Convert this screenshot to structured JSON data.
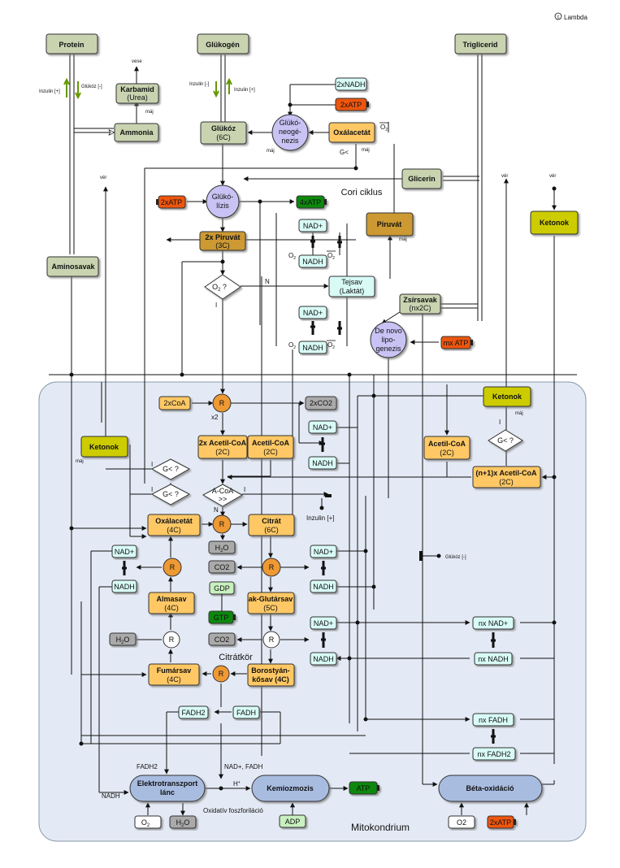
{
  "copyright": "Lambda",
  "regions": {
    "mito": "Mitokondrium",
    "citrate_cycle": "Citrátkör",
    "cori": "Cori ciklus"
  },
  "boxes": {
    "protein": "Protein",
    "glukogen": "Glükogén",
    "triglicerid": "Triglicerid",
    "karbamid1": "Karbamid",
    "karbamid2": "(Urea)",
    "ammonia": "Ammonia",
    "glukoz1": "Glükóz",
    "glukoz2": "(6C)",
    "glukoneo1": "Glükó-",
    "glukoneo2": "neogé-",
    "glukoneo3": "nezis",
    "nadh2x": "2xNADH",
    "atp2x_top": "2xATP",
    "oxal_top": "Oxálacetát",
    "glicerin": "Glicerin",
    "glukolizis1": "Glükó-",
    "glukolizis2": "lízis",
    "atp2x_left": "2xATP",
    "atp4x": "4xATP",
    "piruvat_r": "Piruvát",
    "piruvat2x1": "2x Piruvát",
    "piruvat2x2": "(3C)",
    "aminosavak": "Aminosavak",
    "ketonok_top": "Ketonok",
    "nadp_a": "NAD+",
    "nadh_a": "NADH",
    "nadp_b": "NAD+",
    "nadh_b": "NADH",
    "o2q": "O",
    "o2q_sub": "2",
    "o2q_end": " ?",
    "tejsav1": "Tejsav",
    "tejsav2": "(Laktát)",
    "zsirsav1": "Zsírsavak",
    "zsirsav2": "(nx2C)",
    "denovo1": "De novo",
    "denovo2": "lipo-",
    "denovo3": "genezis",
    "mxatp": "mx ATP",
    "coa2x": "2xCoA",
    "co2_2x": "2xCO2",
    "ketonok_mito_r": "Ketonok",
    "acetilcoa2x1": "2x Acetil-CoA",
    "acetilcoa2x2": "(2C)",
    "acetilcoa_m1": "Acetil-CoA",
    "acetilcoa_m2": "(2C)",
    "acetilcoa_r1": "Acetil-CoA",
    "acetilcoa_r2": "(2C)",
    "nadp_c": "NAD+",
    "nadh_c": "NADH",
    "ketonok_left": "Ketonok",
    "glt1": "G< ?",
    "glt2": "G< ?",
    "glt3": "G< ?",
    "acoa1": "A-CoA",
    "acoa2": ">>",
    "acetilcoa_n1": "(n+1)x Acetil-CoA",
    "acetilcoa_n2": "(2C)",
    "oxal1": "Oxálacetát",
    "oxal2": "(4C)",
    "citrat1": "Citrát",
    "citrat2": "(6C)",
    "h2o_a": "H",
    "h2o_a_sub": "2",
    "h2o_a_end": "O",
    "co2_a": "CO2",
    "co2_b": "CO2",
    "nadp_d": "NAD+",
    "nadh_d": "NADH",
    "nadp_e": "NAD+",
    "nadh_e": "NADH",
    "nadp_f": "NAD+",
    "nadh_f": "NADH",
    "nadp_g": "NAD+",
    "nadh_g": "NADH",
    "almasav1": "Almasav",
    "almasav2": "(4C)",
    "akglut1": "ak-Glutársav",
    "akglut2": "(5C)",
    "gdp": "GDP",
    "gtp": "GTP",
    "h2o_b": "H",
    "h2o_b_sub": "2",
    "h2o_b_end": "O",
    "fumarsav1": "Fumársav",
    "fumarsav2": "(4C)",
    "borostyan1": "Borostyán-",
    "borostyan2": "kősav (4C)",
    "fadh2": "FADH2",
    "fadh": "FADH",
    "nxnadp": "nx NAD+",
    "nxnadh": "nx NADH",
    "nxfadh": "nx FADH",
    "nxfadh2": "nx FADH2",
    "etl1": "Elektrotranszport",
    "etl2": "lánc",
    "kemio": "Kemiozmozis",
    "atp_out": "ATP",
    "adp": "ADP",
    "beta": "Béta-oxidáció",
    "o2_bot": "O",
    "o2_bot_sub": "2",
    "h2o_bot": "H",
    "h2o_bot_sub": "2",
    "h2o_bot_end": "O",
    "o2_right": "O2",
    "atp2x_bot": "2xATP"
  },
  "labels": {
    "vese": "vese",
    "maj1": "máj",
    "maj2": "máj",
    "maj3": "máj",
    "maj4": "máj",
    "maj5": "máj",
    "ver1": "vér",
    "ver2": "vér",
    "ver3": "vér",
    "inzulin_p1": "Inzulin [+]",
    "glukoz_m1": "Glükóz [-]",
    "inzulin_m2": "Inzulin [-]",
    "inzulin_p2": "Inzulin [+]",
    "gless": "G<",
    "o2bar": "O",
    "o2bar_sub": "2",
    "o2_a": "O",
    "o2_a_sub": "2",
    "o2_b": "O",
    "o2_b_sub": "2",
    "o2bar_a": "O",
    "o2bar_a_sub": "2",
    "o2bar_b": "O",
    "o2bar_b_sub": "2",
    "n1": "N",
    "i1": "I",
    "n2": "N",
    "i2": "I",
    "i3": "I",
    "i4": "I",
    "i5": "I",
    "x2": "x2",
    "inzulin_mito": "Inzulin [+]",
    "glukoz_mito": "Glükóz [-]",
    "fadh2_lbl": "FADH2",
    "nadfadh_lbl": "NAD+, FADH",
    "nadh_lbl": "NADH",
    "hplus": "H",
    "hplus_sup": "+",
    "oxfosz": "Oxidatív foszforiláció",
    "r": "R"
  },
  "colors": {
    "green_box": "#c9d3b0",
    "orange_box": "#ffc865",
    "brown_box": "#cc9933",
    "cyan_box": "#d8fbf6",
    "purple_circle": "#c8c3f4",
    "olive_box": "#cccc00",
    "red_battery": "#ee5511",
    "dark_green": "#118811",
    "gray_box": "#aaaaaa",
    "light_green": "#c8f0c0",
    "mito_bg": "#e4eaf5",
    "blue_ellipse": "#a8bce0",
    "r_circle": "#ee9933"
  }
}
